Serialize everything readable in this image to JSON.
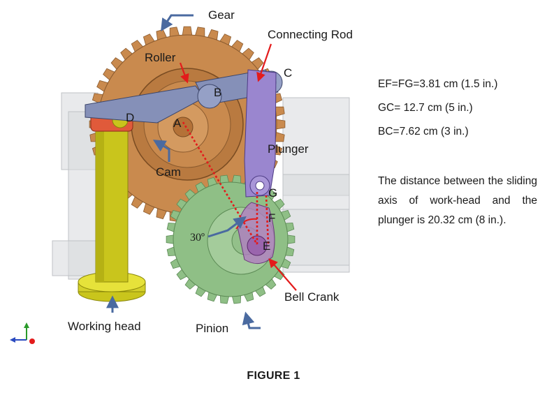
{
  "labels": {
    "gear": "Gear",
    "connecting_rod": "Connecting Rod",
    "roller": "Roller",
    "cam": "Cam",
    "plunger": "Plunger",
    "pinion": "Pinion",
    "working_head": "Working head",
    "bell_crank": "Bell Crank",
    "angle": "30º"
  },
  "points": {
    "a": "A",
    "b": "B",
    "c": "C",
    "d": "D",
    "e": "E",
    "f": "F",
    "g": "G"
  },
  "dimensions": [
    "EF=FG=3.81 cm (1.5 in.)",
    "GC= 12.7 cm (5 in.)",
    "BC=7.62 cm (3 in.)"
  ],
  "note": "The distance between the sliding axis of work-head and the plunger is 20.32 cm (8 in.).",
  "caption": "FIGURE 1",
  "colors": {
    "gear": "#c98a4e",
    "pinion": "#8fbf86",
    "rod": "#8590b8",
    "plunger": "#9a86cf",
    "working_head": "#c9c51c",
    "arrow_blue": "#4a6aa0",
    "arrow_red": "#e31b1b"
  }
}
